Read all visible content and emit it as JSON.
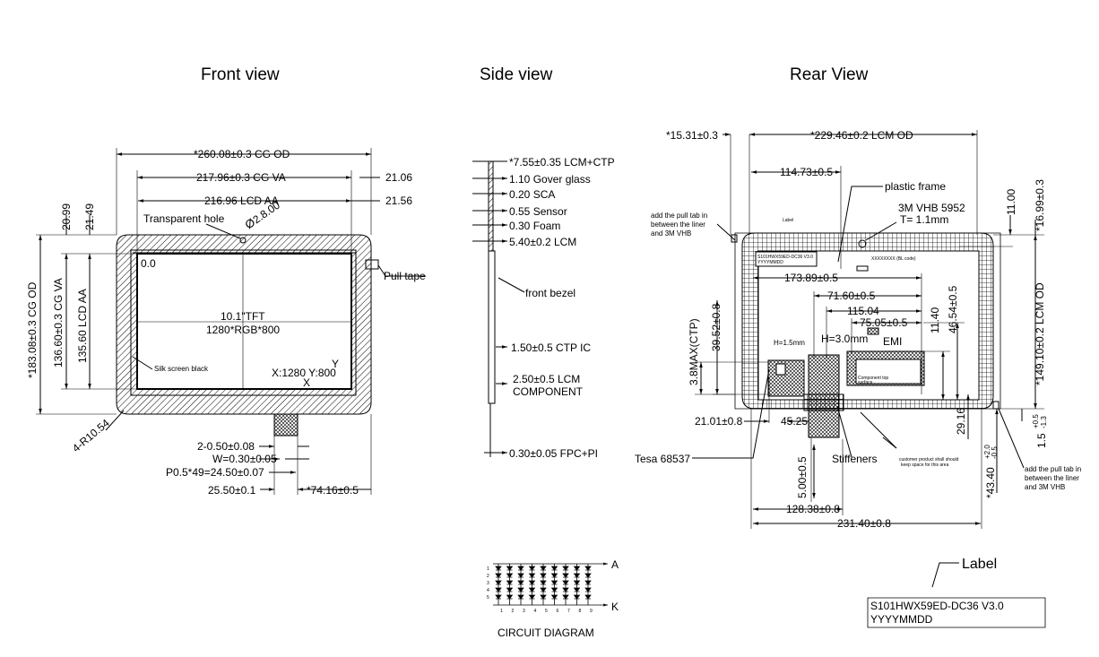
{
  "titles": {
    "front": "Front view",
    "side": "Side  view",
    "rear": "Rear View"
  },
  "front": {
    "cg_od": "*260.08±0.3 CG OD",
    "cg_va": "217.96±0.3 CG VA",
    "lcd_aa": "216.96 LCD AA",
    "r_21_06": "21.06",
    "r_21_56": "21.56",
    "l_20_99": "20.99",
    "l_21_49": "21.49",
    "v_cg_od": "*183.08±0.3  CG OD",
    "v_cg_va": "136.60±0.3 CG VA",
    "v_lcd_aa": "135.60 LCD AA",
    "transparent_hole": "Transparent hole",
    "hole_dia": "ⵁ2.8.00",
    "origin": "0.0",
    "panel_1": "10.1\"TFT",
    "panel_2": "1280*RGB*800",
    "silk": "Silk screen black",
    "xy": "X:1280  Y:800",
    "x_axis": "X",
    "y_axis": "Y",
    "pull_tape": "Pull  tape",
    "radius": "4-R10.54",
    "pin_spec": "2-0.50±0.08",
    "w_spec": "W=0.30±0.05",
    "pitch": "P0.5*49=24.50±0.07",
    "fpc_w": "25.50±0.1",
    "fpc_len": "*74.16±0.5"
  },
  "side": {
    "lcm_ctp": "*7.55±0.35 LCM+CTP",
    "cover": "1.10 Gover glass",
    "sca": "0.20 SCA",
    "sensor": "0.55 Sensor",
    "foam": "0.30 Foam",
    "lcm": "5.40±0.2 LCM",
    "bezel": "front bezel",
    "ctp_ic": "1.50±0.5 CTP IC",
    "lcm_comp_1": "2.50±0.5 LCM",
    "lcm_comp_2": "COMPONENT",
    "fpc_pi": "0.30±0.05 FPC+PI",
    "circuit": "CIRCUIT DIAGRAM",
    "anode": "A",
    "cathode": "K",
    "rows": [
      "1",
      "2",
      "3",
      "4",
      "5"
    ],
    "cols": [
      "1",
      "2",
      "3",
      "4",
      "5",
      "6",
      "7",
      "8",
      "9"
    ]
  },
  "rear": {
    "d15": "*15.31±0.3",
    "lcm_od": "*229.46±0.2 LCM OD",
    "d114": "114.73±0.5",
    "plastic": "plastic frame",
    "vhb": "3M VHB 5952",
    "t": "T= 1.1mm",
    "d11": "11.00",
    "d16": "*16.99±0.3",
    "pull1": [
      "add the pull tab in",
      "between the liner",
      "and 3M VHB"
    ],
    "label_small": "Label",
    "label_code": "S101HWX59ED-DC36 V3.0",
    "label_date": "YYYYMMDD",
    "bl_code": "XXXXXXXX (BL code)",
    "d173": "173.89±0.5",
    "d71": "71.60±0.5",
    "d115": "115.04",
    "d75": "75.05±0.5",
    "emi": "EMI",
    "h15": "H=1.5mm",
    "h30": "H=3.0mm",
    "d11_40": "11.40",
    "d46": "46.54±0.5",
    "d39": "39.52±0.8",
    "d3_8": "3.8MAX(CTP)",
    "lcm_od_v": "*149.10±0.2 LCM OD",
    "d21": "21.01±0.8",
    "d45": "45.25",
    "d29": "29.16",
    "d15_tol": "1.5",
    "tol_plus": "+0.5",
    "tol_minus": "-1.3",
    "tesa": "Tesa 68537",
    "d5": "5.00±0.5",
    "stiff": "Stiffeners",
    "customer": [
      "customer product shall should",
      "keep space for this area"
    ],
    "d43": "*43.40",
    "d43_plus": "+2.0",
    "d43_minus": "-0.5",
    "pull2": [
      "add the pull tab in",
      "between the liner",
      "and 3M VHB"
    ],
    "d128": "128.38±0.8",
    "d231": "231.40±0.8",
    "label_title": "Label",
    "label_line1": "S101HWX59ED-DC36 V3.0",
    "label_line2": "YYYYMMDD",
    "frame_note": "Component top",
    "frame_note2": "surface"
  }
}
